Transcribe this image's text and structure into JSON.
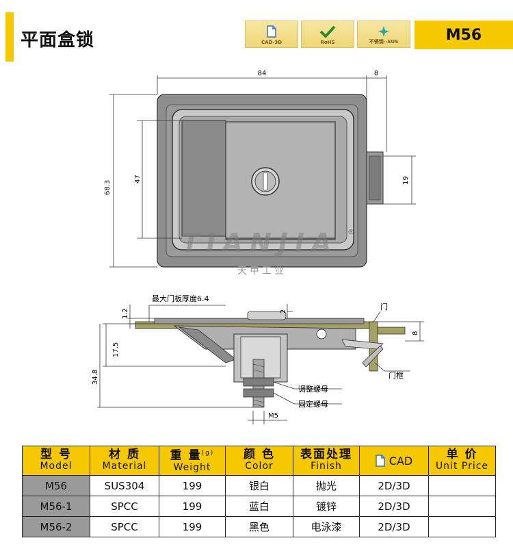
{
  "header": {
    "title": "平面盒锁",
    "badges": [
      {
        "label": "CAD-3D",
        "icon": "file-icon"
      },
      {
        "label": "RoHS",
        "icon": "check-icon"
      },
      {
        "label": "不锈钢--SUS",
        "icon": "sparkle-icon"
      }
    ],
    "model": "M56"
  },
  "drawing": {
    "dims": {
      "width": "84",
      "side": "8",
      "height": "68.3",
      "inner": "47",
      "cam": "19",
      "t1": "1.2",
      "t2": "2",
      "depth1": "17.5",
      "depth2": "34.8",
      "door8": "8",
      "thread": "M5"
    },
    "labels": {
      "max_panel": "最大门板厚度6.4",
      "door": "门",
      "frame": "门框",
      "adjust_nut": "调整螺母",
      "fixed_nut": "固定螺母",
      "watermark": "TIANJIA",
      "watermark_zh": "天甲工业",
      "registered": "®"
    },
    "colors": {
      "metal": "#8e8e8e",
      "door": "#a5a064"
    }
  },
  "table": {
    "headers": [
      {
        "zh": "型 号",
        "en": "Model"
      },
      {
        "zh": "材 质",
        "en": "Material"
      },
      {
        "zh": "重 量",
        "sup": "(g)",
        "en": "Weight"
      },
      {
        "zh": "颜 色",
        "en": "Color"
      },
      {
        "zh": "表面处理",
        "en": "Finish"
      },
      {
        "zh": "CAD",
        "en": ""
      },
      {
        "zh": "单 价",
        "en": "Unit Price"
      }
    ],
    "rows": [
      {
        "model": "M56",
        "material": "SUS304",
        "weight": "199",
        "color": "银白",
        "finish": "抛光",
        "cad": "2D/3D",
        "price": ""
      },
      {
        "model": "M56-1",
        "material": "SPCC",
        "weight": "199",
        "color": "蓝白",
        "finish": "镀锌",
        "cad": "2D/3D",
        "price": ""
      },
      {
        "model": "M56-2",
        "material": "SPCC",
        "weight": "199",
        "color": "黑色",
        "finish": "电泳漆",
        "cad": "2D/3D",
        "price": ""
      }
    ]
  }
}
